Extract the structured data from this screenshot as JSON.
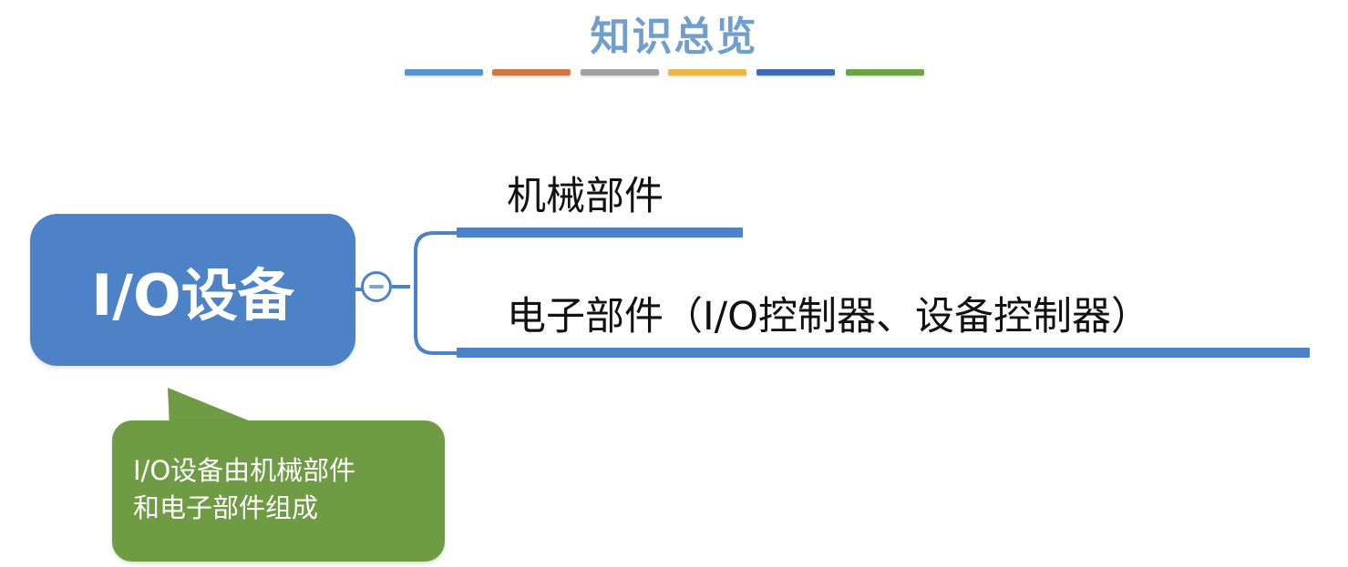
{
  "title": "知识总览",
  "color_bar": [
    {
      "color": "#5b93cb"
    },
    {
      "color": "#d27845"
    },
    {
      "color": "#a0a0a0"
    },
    {
      "color": "#e9b64a"
    },
    {
      "color": "#3e6cb4"
    },
    {
      "color": "#6fa34a"
    }
  ],
  "mindmap": {
    "root": {
      "label": "I/O设备",
      "color": "#4d83c6"
    },
    "children": [
      {
        "label": "机械部件"
      },
      {
        "label": "电子部件（I/O控制器、设备控制器）"
      }
    ],
    "note": {
      "lines": [
        "I/O设备由机械部件",
        "和电子部件组成"
      ],
      "color": "#6e9b43"
    }
  }
}
